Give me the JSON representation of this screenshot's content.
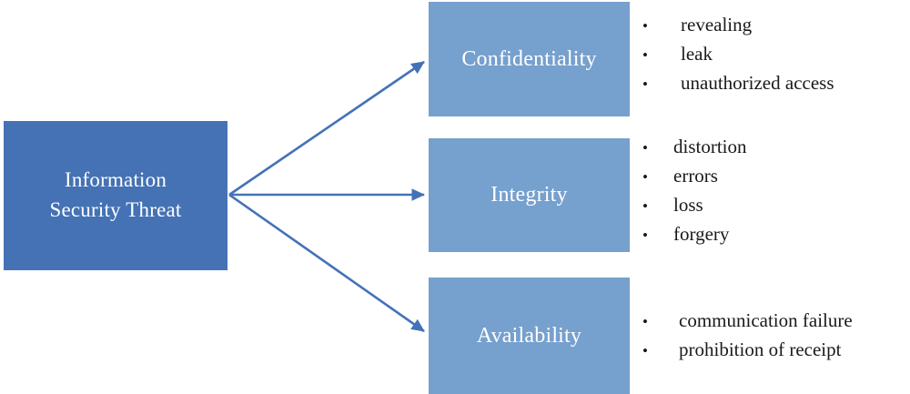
{
  "diagram": {
    "title": "Information Security Threat",
    "colors": {
      "source_box": "#4472b4",
      "category_box": "#76a0cd",
      "arrow": "#4472b8",
      "box_text": "#ffffff",
      "bullet_text": "#1a1a1a",
      "background": "#ffffff"
    },
    "source": {
      "label": "Information\nSecurity Threat"
    },
    "categories": [
      {
        "label": "Confidentiality",
        "bullets": [
          "revealing",
          "leak",
          "unauthorized access"
        ]
      },
      {
        "label": "Integrity",
        "bullets": [
          "distortion",
          "errors",
          "loss",
          "forgery"
        ]
      },
      {
        "label": "Availability",
        "bullets": [
          "communication failure",
          "prohibition of receipt"
        ]
      }
    ],
    "bullet_glyph": "•",
    "arrows": [
      {
        "name": "arrow-to-confidentiality",
        "from": [
          252,
          214
        ],
        "to": [
          468,
          66
        ]
      },
      {
        "name": "arrow-to-integrity",
        "from": [
          252,
          214
        ],
        "to": [
          468,
          214
        ]
      },
      {
        "name": "arrow-to-availability",
        "from": [
          252,
          214
        ],
        "to": [
          468,
          366
        ]
      }
    ]
  }
}
